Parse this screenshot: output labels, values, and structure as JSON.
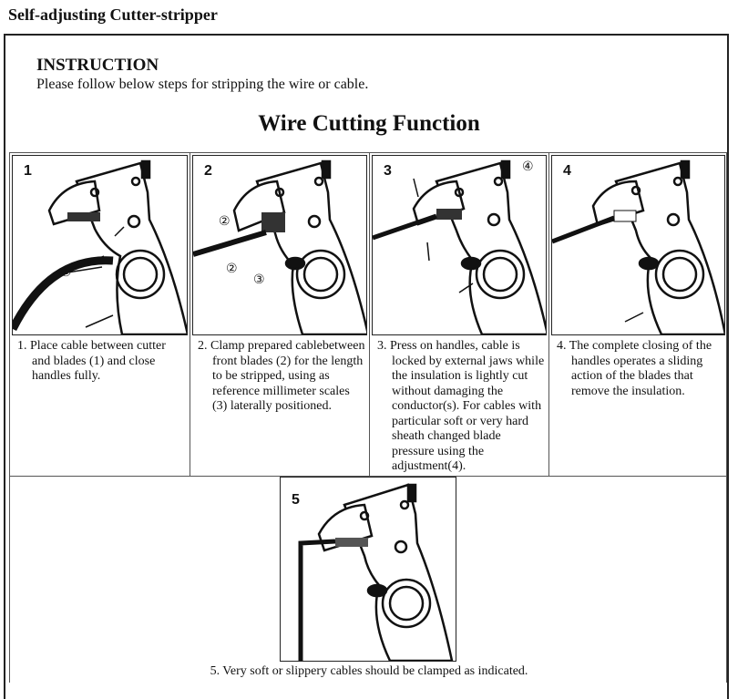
{
  "doc_title": "Self-adjusting Cutter-stripper",
  "instruction": {
    "heading": "INSTRUCTION",
    "subtitle": "Please follow below steps for stripping the wire or cable."
  },
  "section_title": "Wire Cutting Function",
  "steps": [
    {
      "number": "1",
      "caption": "1. Place cable between cutter and blades (1) and close handles fully.",
      "callouts": [
        "①"
      ]
    },
    {
      "number": "2",
      "caption": "2. Clamp prepared cablebetween front blades (2) for the length to be stripped, using as reference millimeter scales (3) laterally positioned.",
      "callouts": [
        "②",
        "②",
        "③"
      ]
    },
    {
      "number": "3",
      "caption": "3. Press on handles, cable is locked by external jaws while the insulation is lightly cut without damaging the conductor(s). For cables with particular soft or very hard sheath changed blade pressure using the adjustment(4).",
      "callouts": [
        "④"
      ]
    },
    {
      "number": "4",
      "caption": "4. The complete closing of the handles operates a sliding action of the blades that remove the insulation.",
      "callouts": []
    }
  ],
  "step5": {
    "number": "5",
    "caption": "5. Very soft or slippery cables should be clamped as indicated."
  },
  "colors": {
    "ink": "#111111",
    "border": "#222222"
  }
}
